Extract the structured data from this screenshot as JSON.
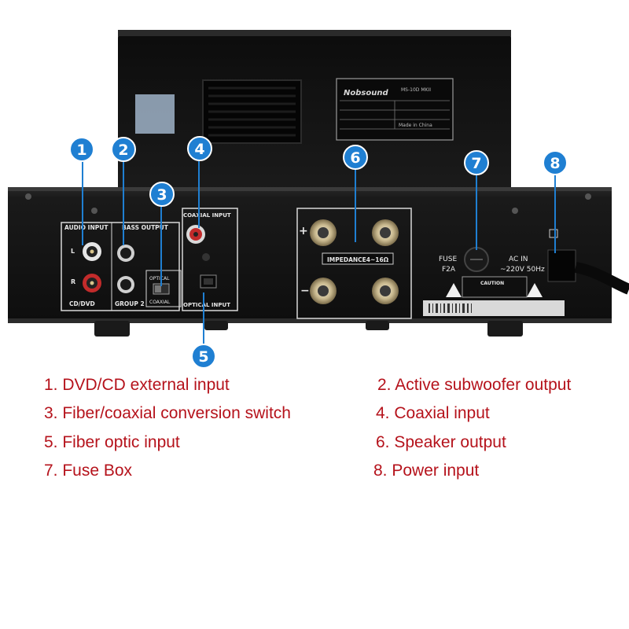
{
  "device": {
    "brand": "Nobsound",
    "model": "MS-10D MKII",
    "made_in": "Made in China",
    "panel_labels": {
      "audio_input": "AUDIO INPUT",
      "bass_output": "BASS OUTPUT",
      "coaxial_input": "COAXIAL INPUT",
      "optical_input": "OPTICAL INPUT",
      "optical": "OPTICAL",
      "coaxial": "COAXIAL",
      "cd_dvd": "CD/DVD",
      "group2": "GROUP 2",
      "impedance": "IMPEDANCE4~16Ω",
      "fuse": "FUSE",
      "fuse_rating": "F2A",
      "ac_in": "AC IN",
      "ac_rating": "~220V 50Hz",
      "caution": "CAUTION",
      "plus": "+",
      "minus": "−",
      "left": "L",
      "right": "R"
    }
  },
  "callouts": [
    "1",
    "2",
    "3",
    "4",
    "5",
    "6",
    "7",
    "8"
  ],
  "colors": {
    "callout_fill": "#1f7fd2",
    "legend_text": "#b5121b",
    "chassis": "#141414"
  },
  "legend": [
    "1. DVD/CD external input",
    "2. Active subwoofer output",
    "3. Fiber/coaxial conversion switch",
    "4. Coaxial input",
    "5. Fiber optic input",
    "6. Speaker output",
    "7. Fuse Box",
    "8. Power input"
  ]
}
